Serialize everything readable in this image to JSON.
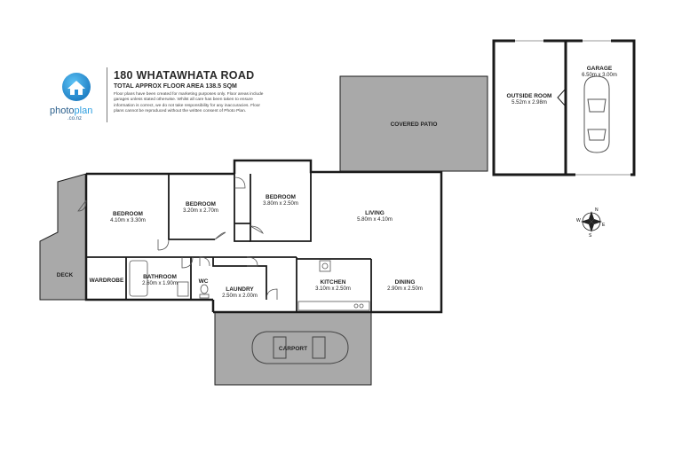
{
  "header": {
    "title": "180 WHATAWHATA ROAD",
    "subtitle": "TOTAL APPROX FLOOR AREA 138.5 SQM",
    "disclaimer": "Floor plans have been created for marketing purposes only. Floor areas include garages unless stated otherwise. Whilst all care has been taken to ensure information is correct, we do not take responsibility for any inaccuracies. Floor plans cannot be reproduced without the written consent of Photo Plan."
  },
  "logo": {
    "word_main": "photo",
    "word_accent": "plan",
    "tld": ".co.nz",
    "icon": "house-in-circle-icon",
    "color": "#2a9de0"
  },
  "colors": {
    "wall": "#1a1a1a",
    "outdoor_fill": "#a9a9a9",
    "room_fill": "#ffffff"
  },
  "rooms": {
    "bedroom1": {
      "name": "BEDROOM",
      "dims": "4.10m  x 3.30m"
    },
    "bedroom2": {
      "name": "BEDROOM",
      "dims": "3.20m  x 2.70m"
    },
    "bedroom3": {
      "name": "BEDROOM",
      "dims": "3.80m  x 2.50m"
    },
    "living": {
      "name": "LIVING",
      "dims": "5.80m  x 4.10m"
    },
    "kitchen": {
      "name": "KITCHEN",
      "dims": "3.10m  x 2.50m"
    },
    "dining": {
      "name": "DINING",
      "dims": "2.90m  x 2.50m"
    },
    "laundry": {
      "name": "LAUNDRY",
      "dims": "2.50m  x 2.00m"
    },
    "bathroom": {
      "name": "BATHROOM",
      "dims": "2.60m  x 1.90m"
    },
    "wc": {
      "name": "WC"
    },
    "wardrobe": {
      "name": "WARDROBE"
    },
    "deck": {
      "name": "DECK"
    },
    "carport": {
      "name": "CARPORT"
    },
    "covered_patio": {
      "name": "COVERED PATIO"
    },
    "outside_room": {
      "name": "OUTSIDE ROOM",
      "dims": "5.52m  x 2.98m"
    },
    "garage": {
      "name": "GARAGE",
      "dims": "6.50m  x 3.00m"
    }
  },
  "compass": {
    "north": "N",
    "east": "E",
    "south": "S",
    "west": "W",
    "icon": "compass-rose-icon"
  }
}
